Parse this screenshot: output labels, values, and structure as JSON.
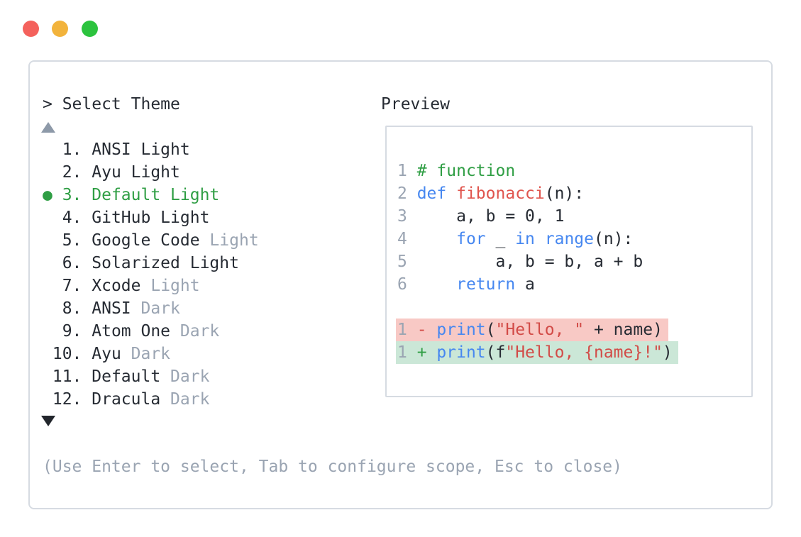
{
  "colors": {
    "accent_green": "#2f9e44",
    "keyword_blue": "#4687f0",
    "func_red": "#e0544d",
    "string_red": "#d24b47",
    "text_primary": "#262b33",
    "text_secondary": "#9aa4b2",
    "border": "#d6dbe2",
    "del_bg": "#f8c9c5",
    "add_bg": "#cbe7d7",
    "scroll_up": "#8d99a8",
    "scroll_down": "#22262c",
    "light_red": "#f4615c",
    "light_yellow": "#f2b33c",
    "light_green": "#2cc33e"
  },
  "window": {
    "traffic_lights": [
      "close",
      "minimize",
      "zoom"
    ]
  },
  "icons": {
    "scroll_up": "triangle-up-icon",
    "scroll_down": "triangle-down-icon",
    "selected_marker": "green-dot-icon"
  },
  "picker": {
    "title": "> Select Theme",
    "help": "(Use Enter to select, Tab to configure scope, Esc to close)",
    "items": [
      {
        "num": " 1.",
        "name": "ANSI Light",
        "suffix": "",
        "selected": false
      },
      {
        "num": " 2.",
        "name": "Ayu Light",
        "suffix": "",
        "selected": false
      },
      {
        "num": " 3.",
        "name": "Default Light",
        "suffix": "",
        "selected": true
      },
      {
        "num": " 4.",
        "name": "GitHub Light",
        "suffix": "",
        "selected": false
      },
      {
        "num": " 5.",
        "name": "Google Code",
        "suffix": "Light",
        "selected": false
      },
      {
        "num": " 6.",
        "name": "Solarized Light",
        "suffix": "",
        "selected": false
      },
      {
        "num": " 7.",
        "name": "Xcode",
        "suffix": "Light",
        "selected": false
      },
      {
        "num": " 8.",
        "name": "ANSI",
        "suffix": "Dark",
        "selected": false
      },
      {
        "num": " 9.",
        "name": "Atom One",
        "suffix": "Dark",
        "selected": false
      },
      {
        "num": "10.",
        "name": "Ayu",
        "suffix": "Dark",
        "selected": false
      },
      {
        "num": "11.",
        "name": "Default",
        "suffix": "Dark",
        "selected": false
      },
      {
        "num": "12.",
        "name": "Dracula",
        "suffix": "Dark",
        "selected": false
      }
    ]
  },
  "preview": {
    "label": "Preview",
    "lines": [
      {
        "highlight": null,
        "segments": [
          {
            "text": "1 ",
            "cls": "ln"
          },
          {
            "text": "# function",
            "cls": "comment"
          }
        ]
      },
      {
        "highlight": null,
        "segments": [
          {
            "text": "2 ",
            "cls": "ln"
          },
          {
            "text": "def",
            "cls": "keyword"
          },
          {
            "text": " ",
            "cls": "plain"
          },
          {
            "text": "fibonacci",
            "cls": "func"
          },
          {
            "text": "(n):",
            "cls": "plain"
          }
        ]
      },
      {
        "highlight": null,
        "segments": [
          {
            "text": "3 ",
            "cls": "ln"
          },
          {
            "text": "    a, b = 0, 1",
            "cls": "plain"
          }
        ]
      },
      {
        "highlight": null,
        "segments": [
          {
            "text": "4 ",
            "cls": "ln"
          },
          {
            "text": "    ",
            "cls": "plain"
          },
          {
            "text": "for",
            "cls": "keyword"
          },
          {
            "text": " _ ",
            "cls": "plain"
          },
          {
            "text": "in",
            "cls": "keyword"
          },
          {
            "text": " ",
            "cls": "plain"
          },
          {
            "text": "range",
            "cls": "keyword"
          },
          {
            "text": "(n):",
            "cls": "plain"
          }
        ]
      },
      {
        "highlight": null,
        "segments": [
          {
            "text": "5 ",
            "cls": "ln"
          },
          {
            "text": "        a, b = b, a + b",
            "cls": "plain"
          }
        ]
      },
      {
        "highlight": null,
        "segments": [
          {
            "text": "6 ",
            "cls": "ln"
          },
          {
            "text": "    ",
            "cls": "plain"
          },
          {
            "text": "return",
            "cls": "keyword"
          },
          {
            "text": " a",
            "cls": "plain"
          }
        ]
      },
      {
        "highlight": null,
        "segments": []
      },
      {
        "highlight": "del",
        "segments": [
          {
            "text": "1 ",
            "cls": "ln"
          },
          {
            "text": "- ",
            "cls": "del"
          },
          {
            "text": "print",
            "cls": "keyword"
          },
          {
            "text": "(",
            "cls": "plain"
          },
          {
            "text": "\"Hello, \"",
            "cls": "string"
          },
          {
            "text": " + name)",
            "cls": "plain"
          }
        ]
      },
      {
        "highlight": "add",
        "segments": [
          {
            "text": "1 ",
            "cls": "ln"
          },
          {
            "text": "+ ",
            "cls": "add"
          },
          {
            "text": "print",
            "cls": "keyword"
          },
          {
            "text": "(f",
            "cls": "plain"
          },
          {
            "text": "\"Hello, {name}!\"",
            "cls": "string"
          },
          {
            "text": ")",
            "cls": "plain"
          }
        ]
      }
    ]
  }
}
